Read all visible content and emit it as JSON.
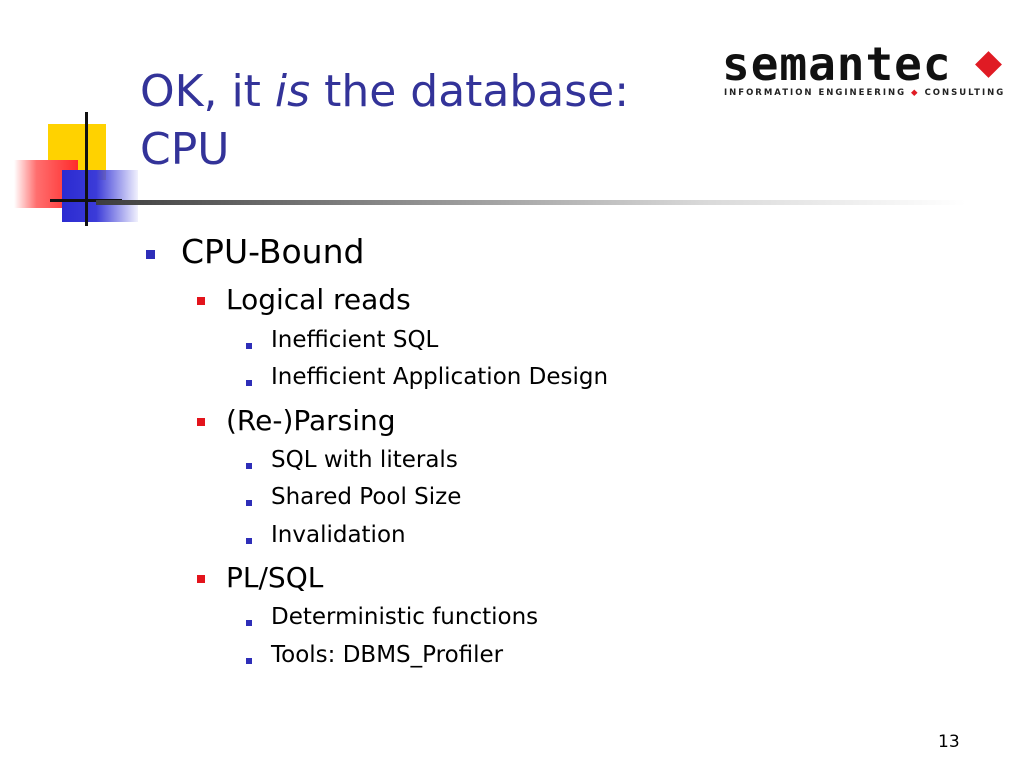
{
  "title": {
    "part1": "OK, it ",
    "emph": "is",
    "part2": " the database:",
    "line2": "CPU"
  },
  "logo": {
    "wordmark": "semantec",
    "tagline_left": "INFORMATION ENGINEERING",
    "tagline_sep": "◆",
    "tagline_right": "CONSULTING"
  },
  "bullets": {
    "l1": "CPU-Bound",
    "l2a": "Logical reads",
    "l3a1": "Inefficient SQL",
    "l3a2": "Inefficient Application Design",
    "l2b": "(Re-)Parsing",
    "l3b1": "SQL with literals",
    "l3b2": "Shared Pool Size",
    "l3b3": "Invalidation",
    "l2c": "PL/SQL",
    "l3c1": "Deterministic functions",
    "l3c2": "Tools: DBMS_Profiler"
  },
  "page_number": "13",
  "colors": {
    "title": "#333399",
    "bullet_level1": "#2e2eb8",
    "bullet_level2": "#e3141c",
    "bullet_level3": "#2e2eb8",
    "logo_diamond": "#e01b24"
  }
}
